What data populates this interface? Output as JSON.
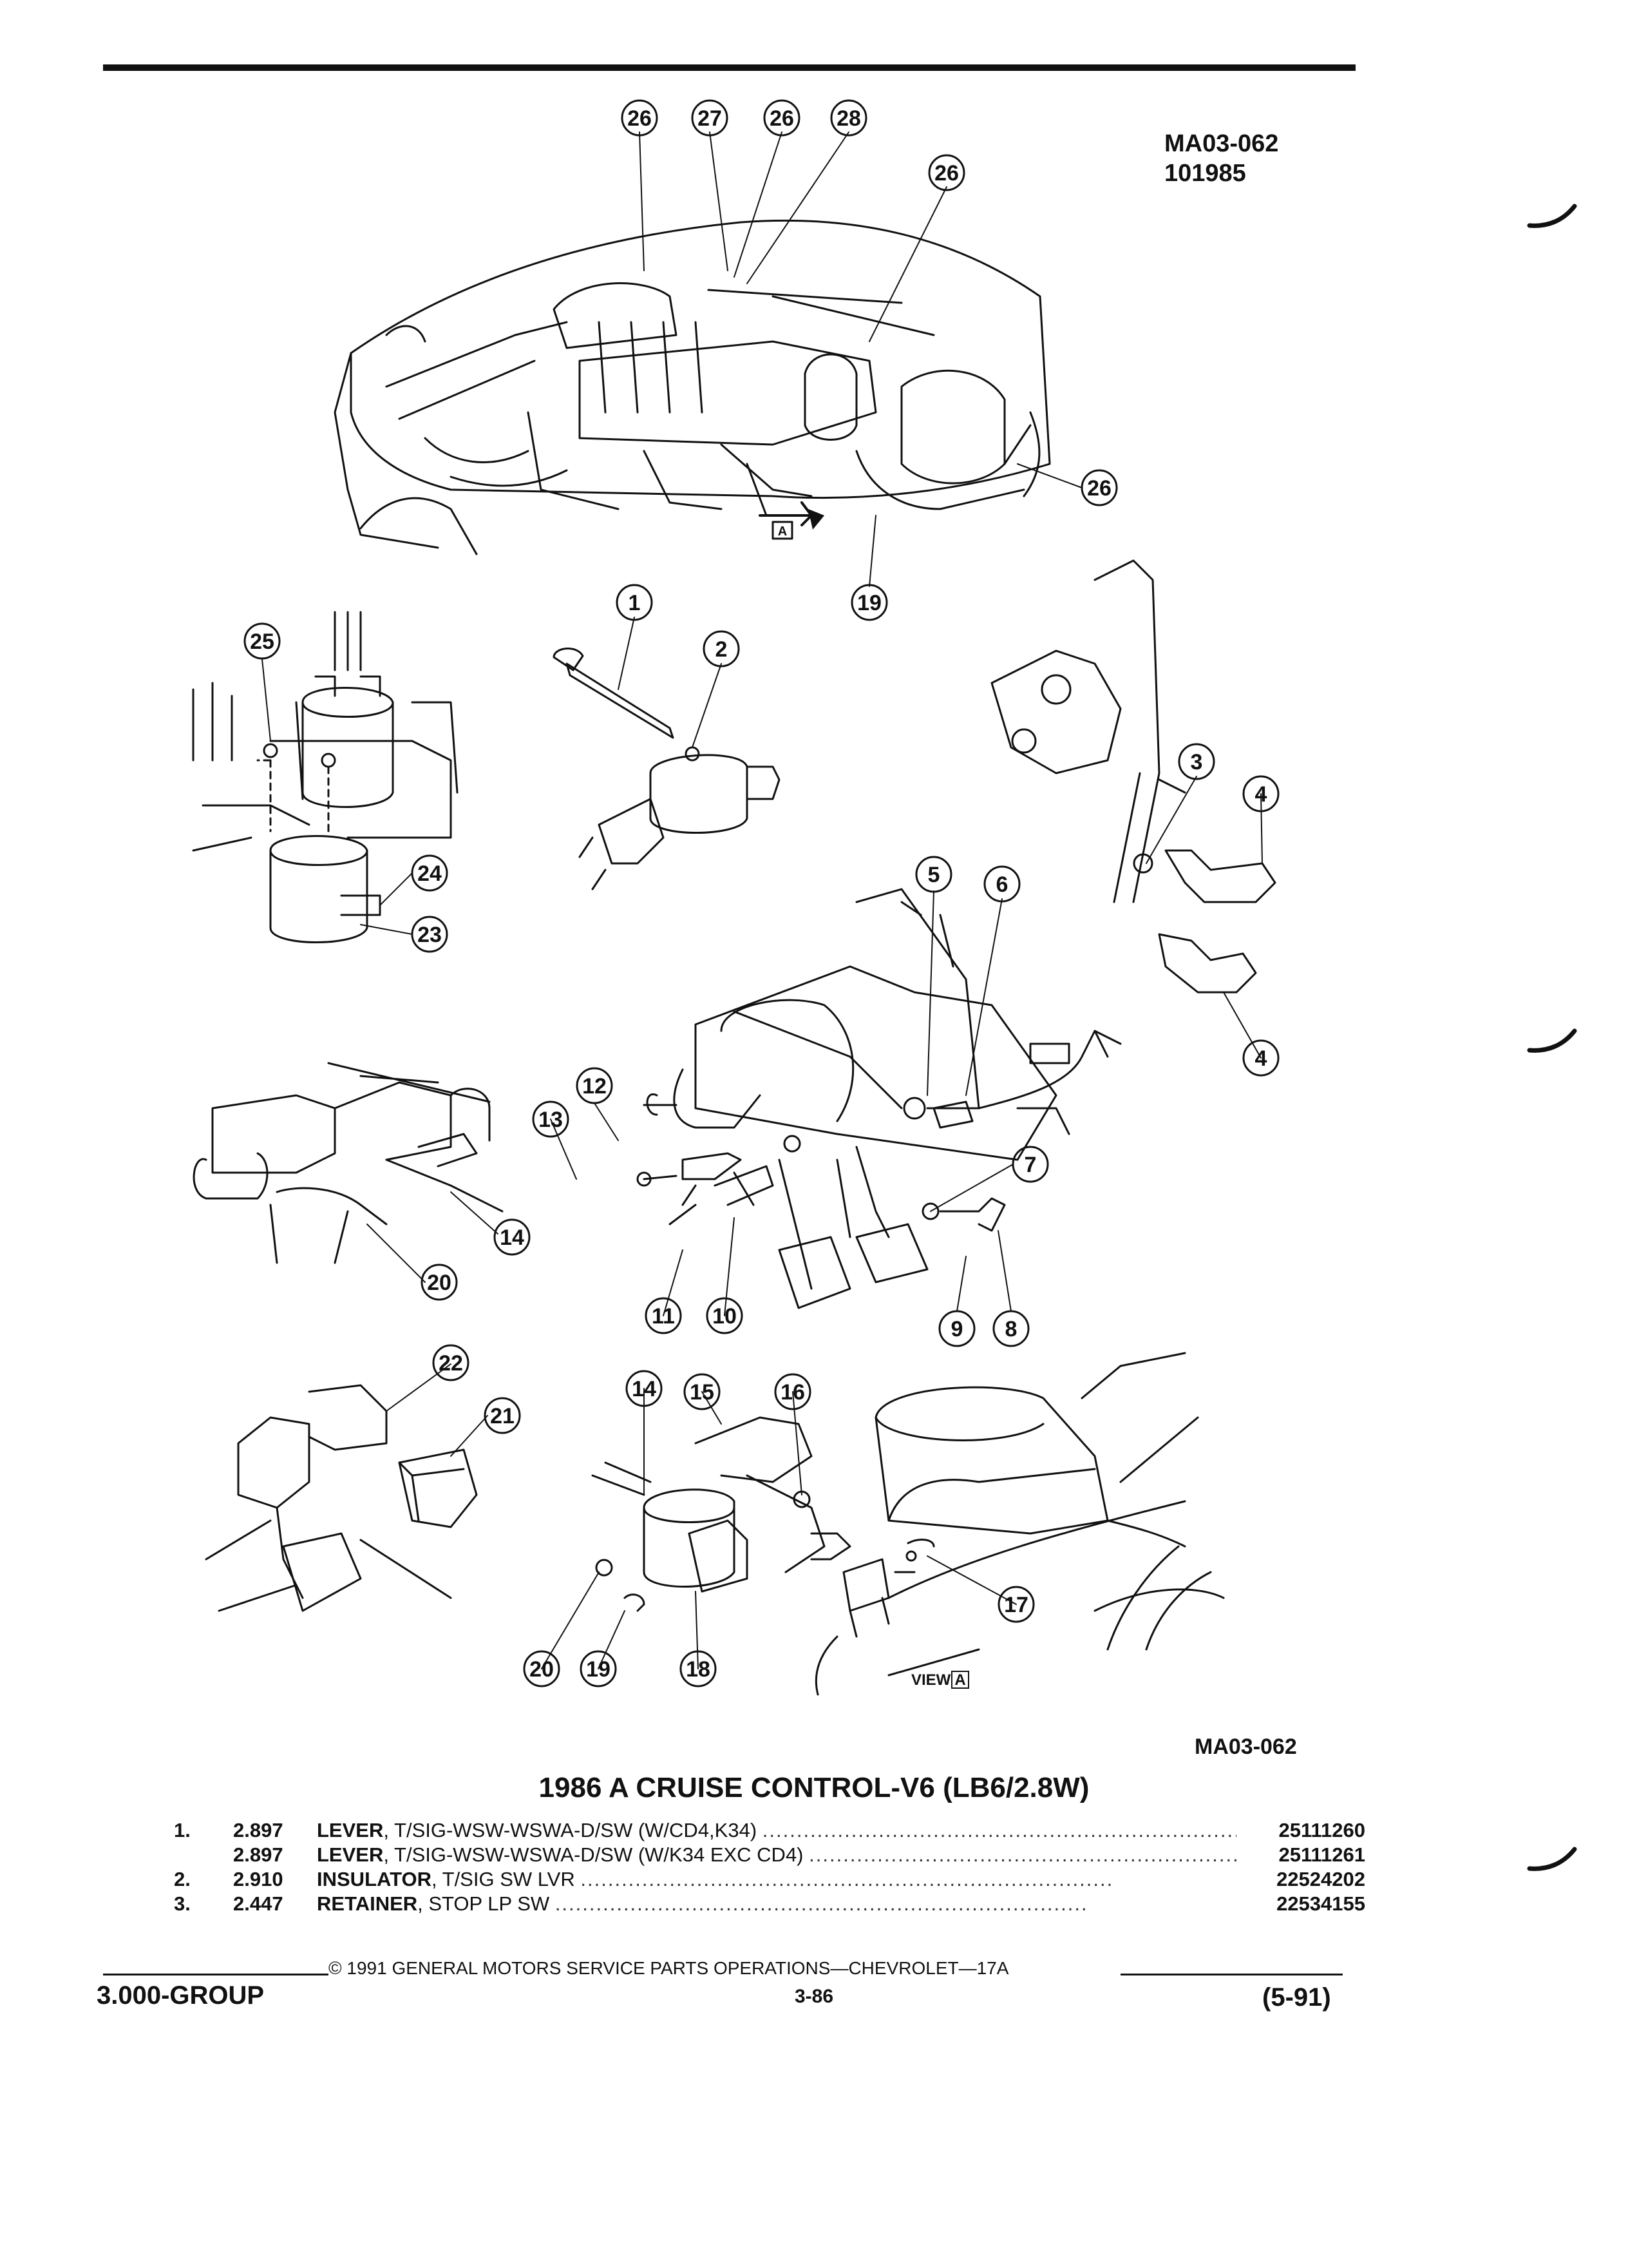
{
  "figure_id_top": [
    "MA03-062",
    "101985"
  ],
  "figure_id_bottom": "MA03-062",
  "view_label": "VIEW",
  "view_letter": "A",
  "callouts": [
    {
      "n": "26"
    },
    {
      "n": "27"
    },
    {
      "n": "26"
    },
    {
      "n": "28"
    },
    {
      "n": "26"
    },
    {
      "n": "26"
    },
    {
      "n": "19"
    },
    {
      "n": "1"
    },
    {
      "n": "2"
    },
    {
      "n": "25"
    },
    {
      "n": "24"
    },
    {
      "n": "23"
    },
    {
      "n": "3"
    },
    {
      "n": "4"
    },
    {
      "n": "4"
    },
    {
      "n": "5"
    },
    {
      "n": "6"
    },
    {
      "n": "7"
    },
    {
      "n": "12"
    },
    {
      "n": "13"
    },
    {
      "n": "14"
    },
    {
      "n": "20"
    },
    {
      "n": "9"
    },
    {
      "n": "8"
    },
    {
      "n": "11"
    },
    {
      "n": "10"
    },
    {
      "n": "22"
    },
    {
      "n": "21"
    },
    {
      "n": "14"
    },
    {
      "n": "15"
    },
    {
      "n": "16"
    },
    {
      "n": "17"
    },
    {
      "n": "20"
    },
    {
      "n": "19"
    },
    {
      "n": "18"
    }
  ],
  "title": "1986 A CRUISE CONTROL-V6 (LB6/2.8W)",
  "parts": [
    {
      "item": "1.",
      "code": "2.897",
      "name": "LEVER",
      "desc": ", T/SIG-WSW-WSWA-D/SW (W/CD4,K34)",
      "part_no": "25111260"
    },
    {
      "item": "",
      "code": "2.897",
      "name": "LEVER",
      "desc": ", T/SIG-WSW-WSWA-D/SW (W/K34 EXC CD4)",
      "part_no": "25111261"
    },
    {
      "item": "2.",
      "code": "2.910",
      "name": "INSULATOR",
      "desc": ", T/SIG SW LVR",
      "part_no": "22524202"
    },
    {
      "item": "3.",
      "code": "2.447",
      "name": "RETAINER",
      "desc": ", STOP LP SW",
      "part_no": "22534155"
    }
  ],
  "footer": {
    "copyright": "© 1991 GENERAL MOTORS SERVICE PARTS OPERATIONS—CHEVROLET—17A",
    "group": "3.000-GROUP",
    "page": "3-86",
    "date": "(5-91)"
  }
}
